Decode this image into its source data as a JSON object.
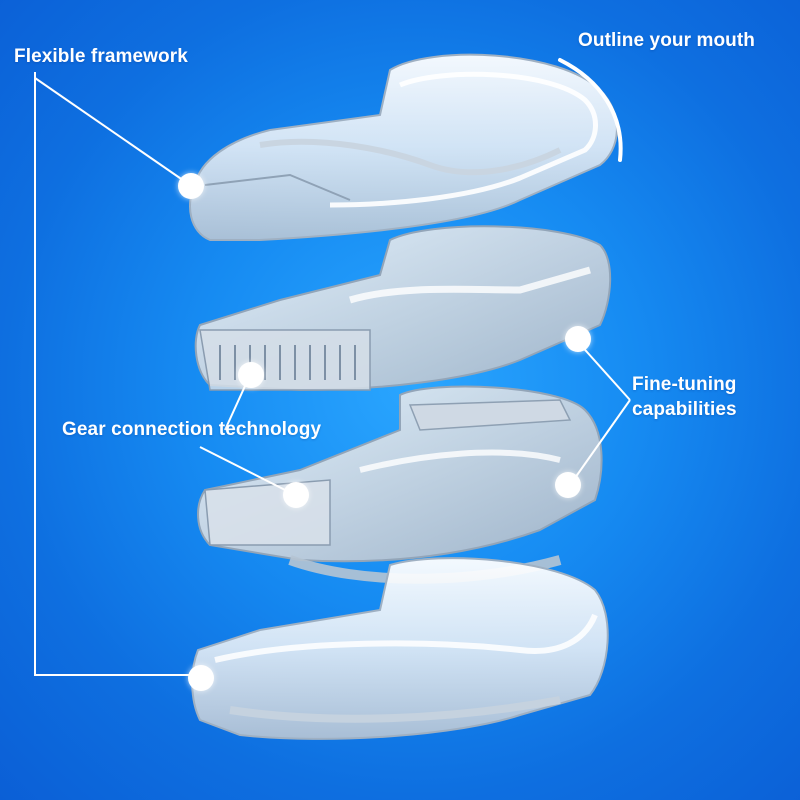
{
  "labels": {
    "flexible_framework": "Flexible framework",
    "outline_mouth": "Outline your mouth",
    "fine_tuning_line1": "Fine-tuning",
    "fine_tuning_line2": "capabilities",
    "gear_connection": "Gear connection technology"
  },
  "colors": {
    "background": "#168bf2",
    "text": "#ffffff",
    "callout": "#ffffff"
  }
}
